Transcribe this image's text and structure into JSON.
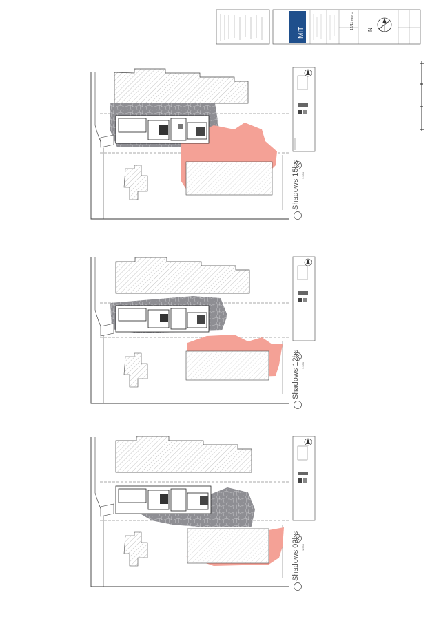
{
  "sheet": {
    "accent_shadow_color": "#f4a196",
    "building_shadow_color": "#8e8e93",
    "line_color": "#3a3a3a"
  },
  "panels": [
    {
      "title": "Shadows 15hs",
      "scale": "1:500"
    },
    {
      "title": "Shadows 12hs",
      "scale": "1:500"
    },
    {
      "title": "Shadows 09hs",
      "scale": "1:500"
    }
  ],
  "title_block": {
    "logo": "MIT",
    "north_label": "N",
    "sheet_number": "12/11",
    "revision": "REV C"
  },
  "icons": [
    "north-arrow-icon",
    "section-marker-icon",
    "compass-icon"
  ]
}
